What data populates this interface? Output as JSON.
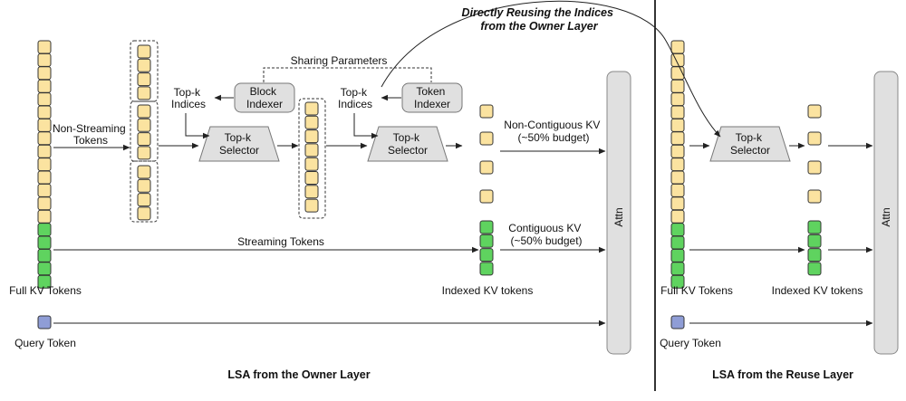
{
  "colors": {
    "token_yellow": "#fbe3a0",
    "token_green": "#5fd35f",
    "token_blue": "#8f9dd6",
    "token_stroke": "#333333",
    "box_fill": "#e0e0e0",
    "box_stroke": "#777777"
  },
  "owner": {
    "section_title": "LSA from the Owner Layer",
    "non_streaming_label": [
      "Non-Streaming",
      "Tokens"
    ],
    "streaming_label": "Streaming Tokens",
    "sharing_label": "Sharing Parameters",
    "topk_indices_1": [
      "Top-k",
      "Indices"
    ],
    "topk_indices_2": [
      "Top-k",
      "Indices"
    ],
    "block_indexer": [
      "Block",
      "Indexer"
    ],
    "token_indexer": [
      "Token",
      "Indexer"
    ],
    "selector_1": [
      "Top-k",
      "Selector"
    ],
    "selector_2": [
      "Top-k",
      "Selector"
    ],
    "non_contiguous_label": [
      "Non-Contiguous KV",
      "(~50% budget)"
    ],
    "contiguous_label": [
      "Contiguous KV",
      "(~50% budget)"
    ],
    "full_kv_label": "Full KV Tokens",
    "indexed_kv_label": "Indexed KV tokens",
    "query_label": "Query Token",
    "attn_label": "Attn"
  },
  "reuse": {
    "section_title": "LSA from the Reuse Layer",
    "reuse_note": [
      "Directly Reusing the Indices",
      "from the Owner Layer"
    ],
    "selector": [
      "Top-k",
      "Selector"
    ],
    "full_kv_label": "Full KV Tokens",
    "indexed_kv_label": "Indexed KV tokens",
    "query_label": "Query Token",
    "attn_label": "Attn"
  }
}
